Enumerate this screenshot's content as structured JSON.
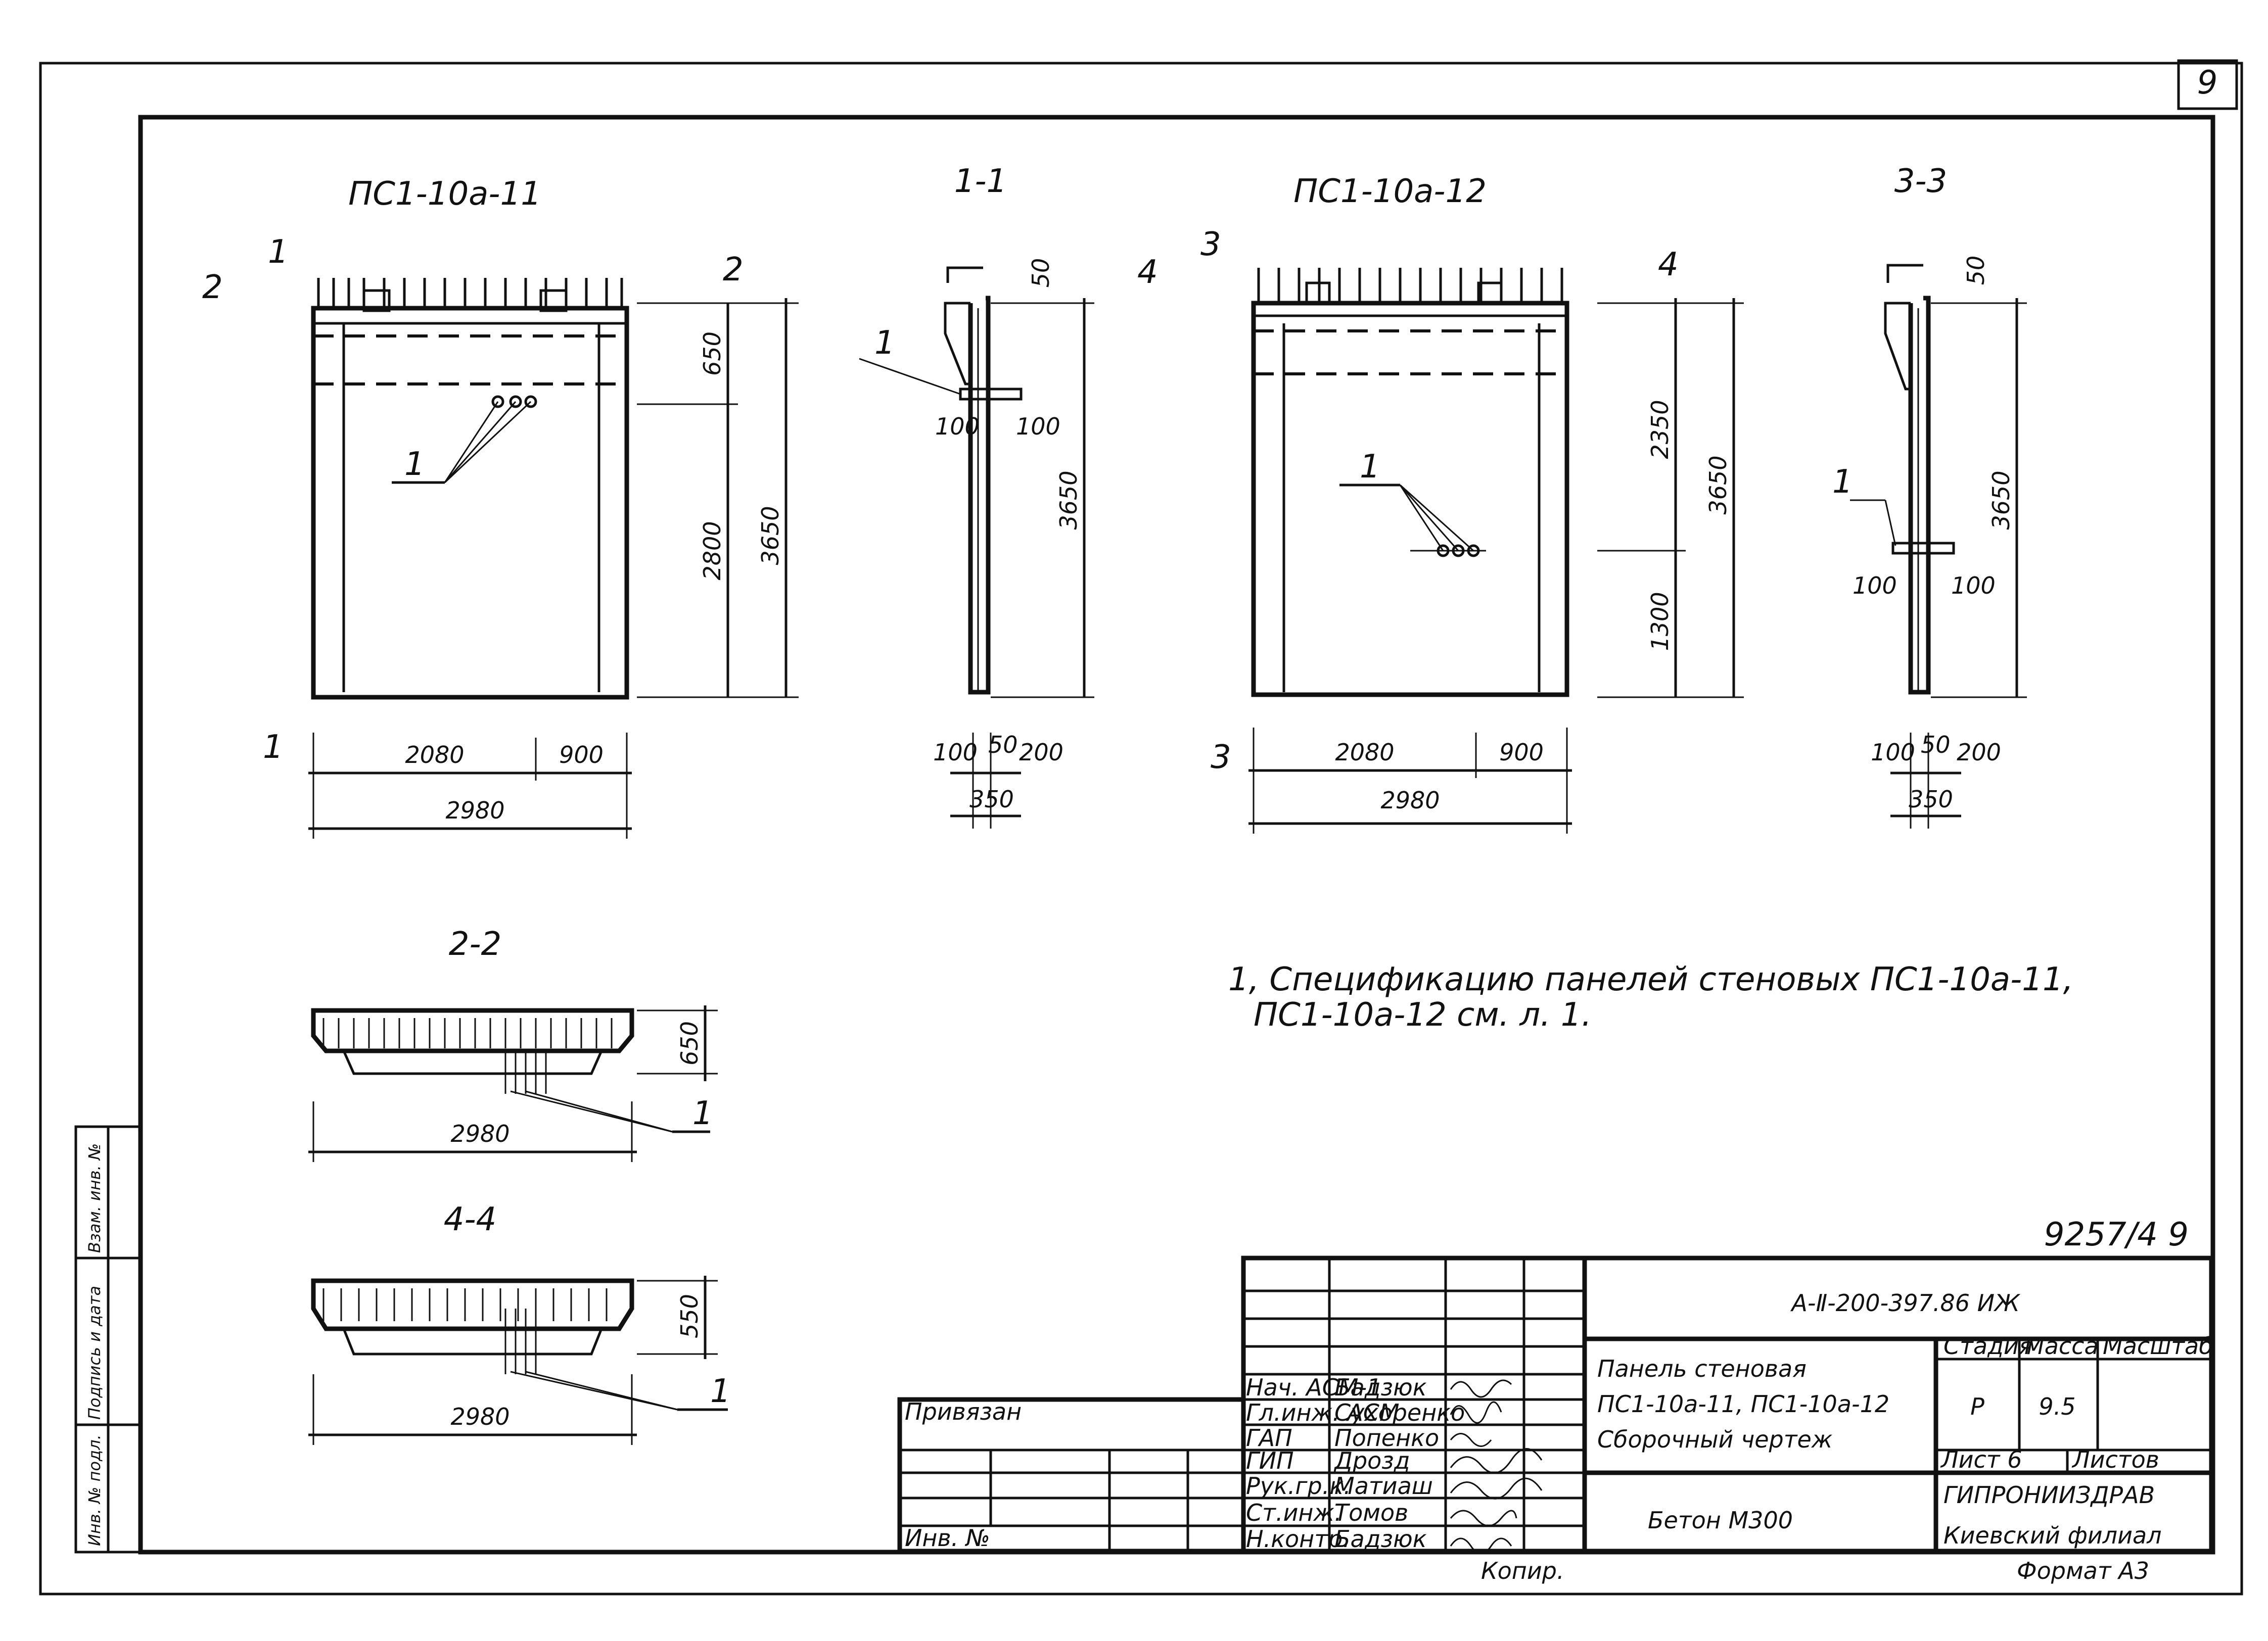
{
  "sheet": {
    "number": "9",
    "archive": "9257/4 9"
  },
  "stamps": {
    "s1": "Взам. инв. №",
    "s2": "Подпись и дата",
    "s3": "Инв. № подл."
  },
  "views": {
    "v1": "ПС1-10а-11",
    "v2": "ПС1-10а-12"
  },
  "sections": {
    "t11": "1-1",
    "t33": "3-3",
    "t22": "2-2",
    "t44": "4-4",
    "s1": "1",
    "s2": "2",
    "s3": "3",
    "s4": "4"
  },
  "callouts": {
    "c1": "1"
  },
  "dims": {
    "d50": "50",
    "d100": "100",
    "d200": "200",
    "d350": "350",
    "d550": "550",
    "d650": "650",
    "d900": "900",
    "d1300": "1300",
    "d2080": "2080",
    "d2350": "2350",
    "d2800": "2800",
    "d2980": "2980",
    "d3650": "3650"
  },
  "note": {
    "line1": "1, Спецификацию панелей стеновых ПС1-10а-11,",
    "line2": "ПС1-10а-12 см. л. 1."
  },
  "titleblock": {
    "privyazan": "Привязан",
    "inv": "Инв. №",
    "people": [
      {
        "role": "Нач. АСМ-1",
        "name": "Бадзюк"
      },
      {
        "role": "Гл.инж. АСМ",
        "name": "Сухоренко"
      },
      {
        "role": "ГАП",
        "name": "Попенко"
      },
      {
        "role": "ГИП",
        "name": "Дрозд"
      },
      {
        "role": "Рук.гр.к.",
        "name": "Матиаш"
      },
      {
        "role": "Ст.инж.",
        "name": "Томов"
      },
      {
        "role": "Н.контр.",
        "name": "Бадзюк"
      }
    ],
    "code": "А-Ⅱ-200-397.86    ИЖ",
    "title1": "Панель стеновая",
    "title2": "ПС1-10а-11, ПС1-10а-12",
    "title3": "Сборочный чертеж",
    "material": "Бетон М300",
    "stadia_label": "Стадия",
    "massa_label": "Масса",
    "masshtab_label": "Масштаб",
    "stadia": "Р",
    "massa": "9.5",
    "list": "Лист 6",
    "listov": "Листов",
    "org": "ГИПРОНИИЗДРАВ",
    "branch": "Киевский филиал",
    "copied": "Копир.",
    "format": "Формат А3"
  }
}
